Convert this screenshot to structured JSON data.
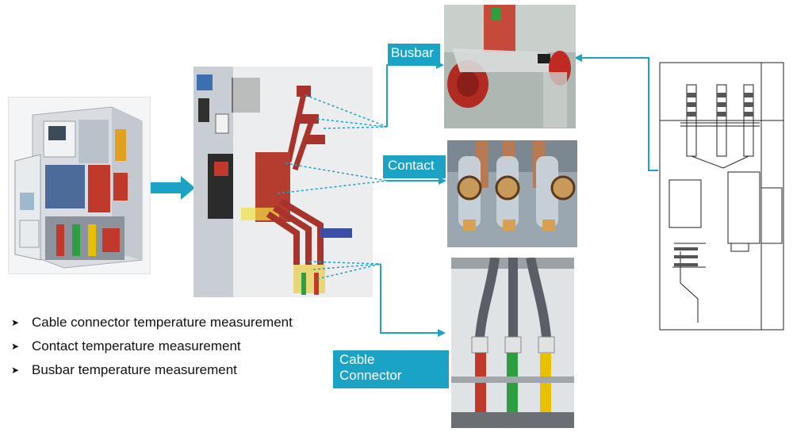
{
  "labels": {
    "busbar": "Busbar",
    "contact": "Contact",
    "cable_connector_line1": "Cable",
    "cable_connector_line2": "Connector"
  },
  "bullets": [
    "Cable connector temperature measurement",
    "Contact temperature measurement",
    "Busbar temperature measurement"
  ],
  "bullet_icon": "arrowhead-bullet-icon",
  "colors": {
    "accent": "#1aa3c4",
    "cable_red": "#c0392b",
    "cable_green": "#2e9e3e",
    "cable_yellow": "#e8c000",
    "switchgear_body": "#d9dde2"
  }
}
